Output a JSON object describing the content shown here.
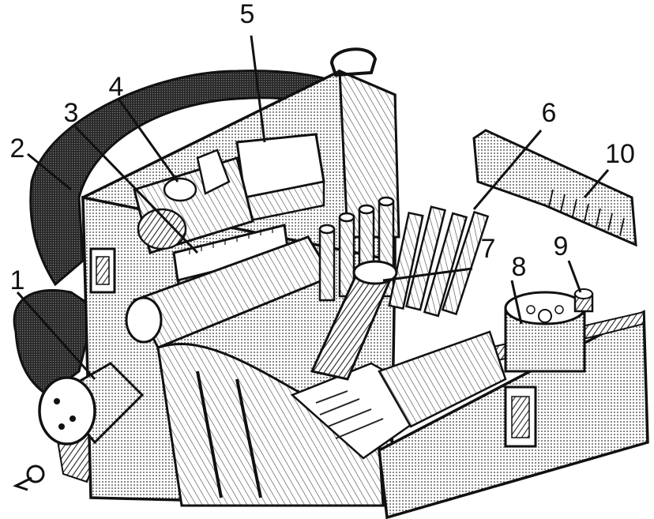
{
  "figure": {
    "ink_color": "#1a1a1a",
    "paper_color": "#ffffff",
    "callouts": [
      "1",
      "2",
      "3",
      "4",
      "5",
      "6",
      "7",
      "8",
      "9",
      "10"
    ]
  }
}
